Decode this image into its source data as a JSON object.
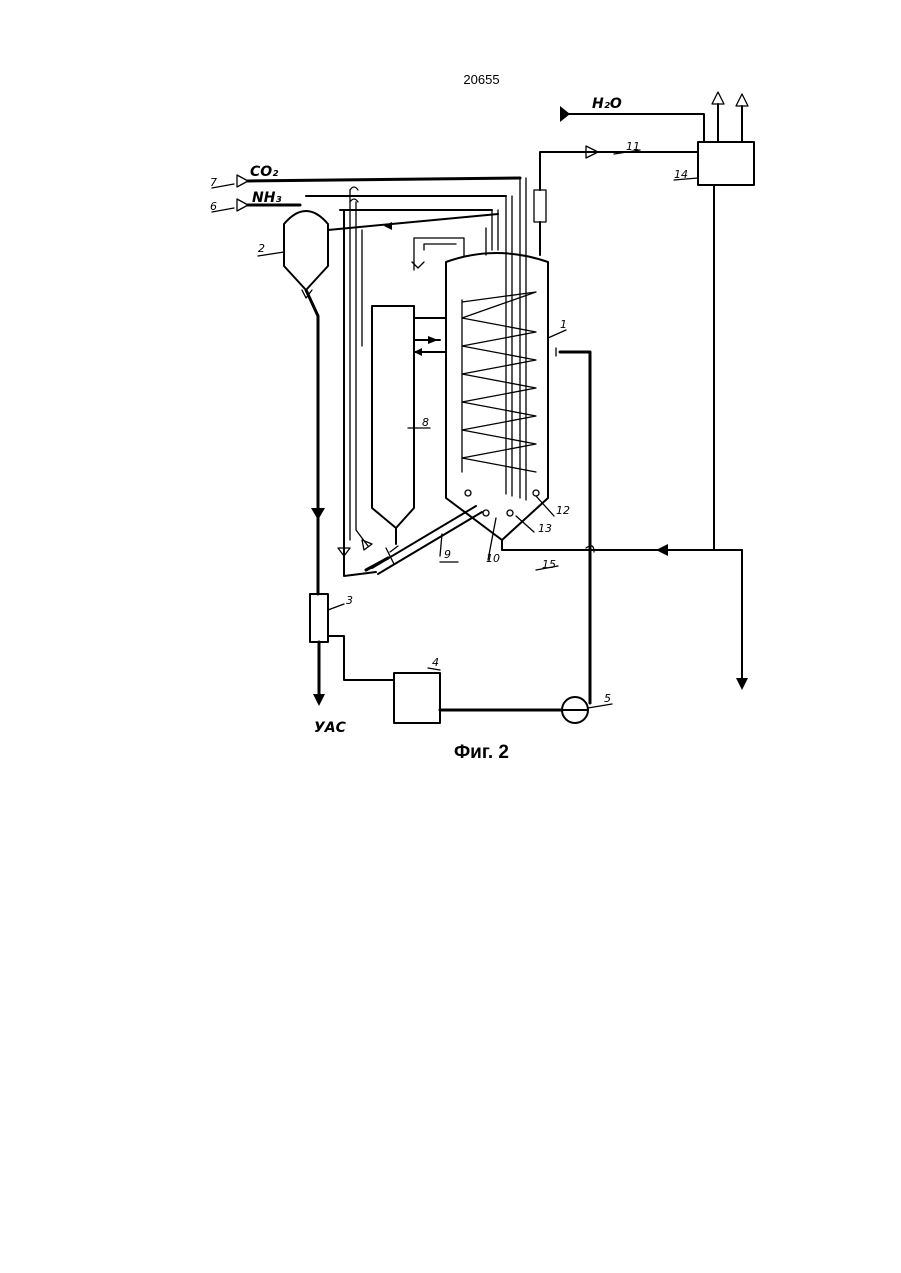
{
  "header": {
    "page_number": "20655"
  },
  "streams": {
    "co2": "CO₂",
    "nh3": "NH₃",
    "h2o": "H₂O",
    "product": "УАС"
  },
  "labels": {
    "reactor": "1",
    "separator": "2",
    "unit3": "3",
    "unit4": "4",
    "pump": "5",
    "nh3_inlet": "6",
    "co2_inlet": "7",
    "column": "8",
    "line9": "9",
    "node10": "10",
    "line11": "11",
    "node12": "12",
    "node13": "13",
    "unit14": "14",
    "line15": "15"
  },
  "caption": "Фиг. 2"
}
